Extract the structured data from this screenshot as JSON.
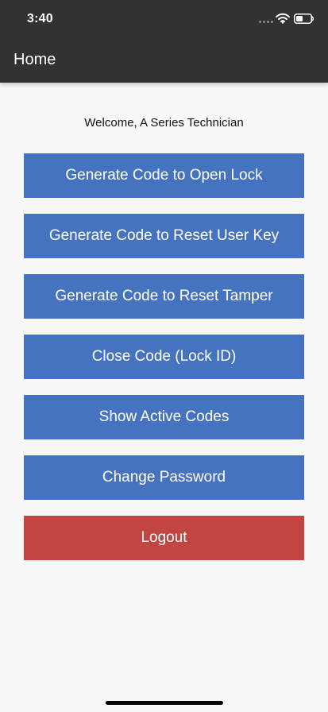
{
  "status_bar": {
    "time": "3:40"
  },
  "header": {
    "title": "Home"
  },
  "main": {
    "welcome": "Welcome, A Series Technician",
    "buttons": [
      {
        "label": "Generate Code to Open Lock",
        "color": "#4673C0"
      },
      {
        "label": "Generate Code to Reset User Key",
        "color": "#4673C0"
      },
      {
        "label": "Generate Code to Reset Tamper",
        "color": "#4673C0"
      },
      {
        "label": "Close Code (Lock ID)",
        "color": "#4673C0"
      },
      {
        "label": "Show Active Codes",
        "color": "#4673C0"
      },
      {
        "label": "Change Password",
        "color": "#4673C0"
      },
      {
        "label": "Logout",
        "color": "#C14540"
      }
    ]
  },
  "icons": {
    "signal": "cellular-signal-icon",
    "wifi": "wifi-icon",
    "battery": "battery-icon"
  },
  "colors": {
    "header_background": "#323232",
    "page_background": "#F8F8F8",
    "primary_button": "#4673C0",
    "danger_button": "#C14540"
  }
}
